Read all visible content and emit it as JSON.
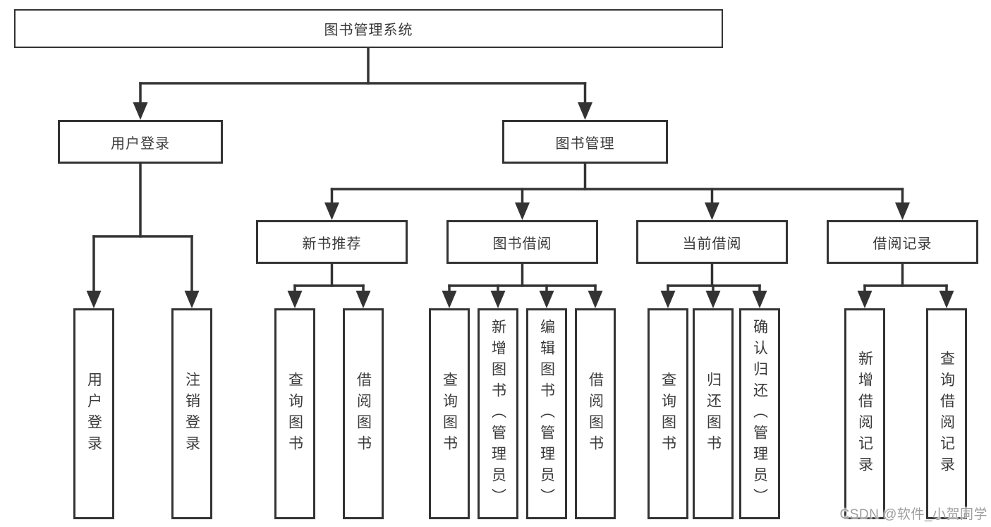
{
  "diagram": {
    "root": {
      "label": "图书管理系统"
    },
    "branches": [
      {
        "label": "用户登录",
        "children": [
          {
            "label": "用户登录"
          },
          {
            "label": "注销登录"
          }
        ]
      },
      {
        "label": "图书管理",
        "children": [
          {
            "label": "新书推荐",
            "children": [
              {
                "label": "查询图书"
              },
              {
                "label": "借阅图书"
              }
            ]
          },
          {
            "label": "图书借阅",
            "children": [
              {
                "label": "查询图书"
              },
              {
                "label": "新增图书（管理员）"
              },
              {
                "label": "编辑图书（管理员）"
              },
              {
                "label": "借阅图书"
              }
            ]
          },
          {
            "label": "当前借阅",
            "children": [
              {
                "label": "查询图书"
              },
              {
                "label": "归还图书"
              },
              {
                "label": "确认归还（管理员）"
              }
            ]
          },
          {
            "label": "借阅记录",
            "children": [
              {
                "label": "新增借阅记录"
              },
              {
                "label": "查询借阅记录"
              }
            ]
          }
        ]
      }
    ]
  },
  "watermark": {
    "text": "CSDN @软件_小贺同学"
  },
  "colors": {
    "line": "#333333",
    "box_border": "#333333",
    "text": "#3a3a3a",
    "background": "#ffffff",
    "watermark": "#9e9e9e"
  }
}
